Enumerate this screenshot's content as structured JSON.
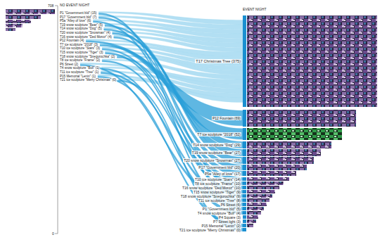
{
  "diagram": {
    "nodes": [
      {
        "text": [
          "P1 \"Government bld\" (15)"
        ]
      },
      {
        "text": [
          "P17 \"Government bld\" (7)"
        ]
      },
      {
        "text": [
          "P5a \"Alley of love\" (6)"
        ]
      },
      {
        "text": [
          "T19 snow sculpture \"Bear\" (5)"
        ]
      },
      {
        "text": [
          "T14 snow sculpture \"Dog\" (5)"
        ]
      },
      {
        "text": [
          "T20 snow sculpture \"Snowman\" (4)"
        ]
      },
      {
        "text": [
          "T16 snow sculpture \"Ded Moroz\" (4)"
        ]
      },
      {
        "text": [
          "P12 Fountain (4)"
        ]
      },
      {
        "text": [
          "T7 ice sculpture \"2018\" (3)"
        ]
      },
      {
        "text": [
          "T10 ice sculpture \"Stars\" (3)"
        ]
      },
      {
        "text": [
          "T15 snow sculpture \"Tiger\" (3)"
        ]
      },
      {
        "text": [
          "T18 snow sculpture \"Snegurochka\" (2)"
        ]
      },
      {
        "text": [
          "T8 ice sculpture \"Frame\" (2)"
        ]
      },
      {
        "text": [
          "P6 Street (2)"
        ]
      },
      {
        "text": [
          "T4 snow sculpture \"Bull\" (1)"
        ]
      },
      {
        "text": [
          "T11 ice sculpture \"Tree\" (1)"
        ]
      },
      {
        "text": [
          "P15 Memorial \"Lenin\" (1)"
        ]
      },
      {
        "text": [
          "T21 ice sculpture \"Merry Christmas\" (0)"
        ]
      },
      {
        "text": [
          "T17 Christmas Tree (375)"
        ]
      },
      {
        "text": [
          "P12 Fountain (69)"
        ]
      },
      {
        "text": [
          "T7 ice sculpture \"2018\" (52)"
        ]
      },
      {
        "text": [
          "T14 snow sculpture \"Dog\" (29)"
        ]
      },
      {
        "text": [
          "T19 snow sculpture \"Bear\" (27)"
        ]
      },
      {
        "text": [
          "T20 snow sculpture \"Snowman\" (27)"
        ]
      },
      {
        "text": [
          "P17 \"Government bld\" (20)"
        ]
      },
      {
        "text": [
          "P5a \"Alley of love\" (17)"
        ]
      },
      {
        "text": [
          "T10 ice sculpture \"Stars\" (14)"
        ]
      },
      {
        "text": [
          "T8 ice sculpture \"Frame\" (10)"
        ]
      },
      {
        "text": [
          "T16 snow sculpture \"Ded Moroz\" (10)"
        ]
      },
      {
        "text": [
          "T15 snow sculpture \"Tiger\" (9)"
        ]
      },
      {
        "text": [
          "T18 snow sculpture \"Snegurochka\" (9)"
        ]
      },
      {
        "text": [
          "T11 ice sculpture \"Tree\" (8)"
        ]
      },
      {
        "text": [
          "P6 Street (6)"
        ]
      },
      {
        "text": [
          "P1 \"Government bld\" (5)"
        ]
      },
      {
        "text": [
          "T4 snow sculpture \"Bull\" (4)"
        ]
      },
      {
        "text": [
          "P4 Square (3)"
        ]
      },
      {
        "text": [
          "P7 Street light (3)"
        ]
      },
      {
        "text": [
          "P15 Memorial \"Lenin\" (2)"
        ]
      },
      {
        "text": [
          "T21 ice sculpture \"Merry Christmas\" (0)"
        ]
      }
    ],
    "edges": [
      {
        "from": 0,
        "to": 18,
        "arrow": "none"
      },
      {
        "from": 1,
        "to": 18,
        "arrow": "none"
      },
      {
        "from": 2,
        "to": 18,
        "arrow": "none"
      },
      {
        "from": 3,
        "to": 18,
        "arrow": "none"
      },
      {
        "from": 4,
        "to": 18,
        "arrow": "none"
      },
      {
        "from": 5,
        "to": 18,
        "arrow": "none"
      },
      {
        "from": 6,
        "to": 18,
        "arrow": "none"
      },
      {
        "from": 7,
        "to": 18,
        "arrow": "none"
      },
      {
        "from": 8,
        "to": 18,
        "arrow": "none"
      },
      {
        "from": 9,
        "to": 18,
        "arrow": "none"
      },
      {
        "from": 10,
        "to": 18,
        "arrow": "none"
      },
      {
        "from": 11,
        "to": 18,
        "arrow": "none"
      },
      {
        "from": 12,
        "to": 18,
        "arrow": "none"
      },
      {
        "from": 13,
        "to": 18,
        "arrow": "none"
      },
      {
        "from": 14,
        "to": 18,
        "arrow": "none"
      },
      {
        "from": 15,
        "to": 18,
        "arrow": "none"
      },
      {
        "from": 16,
        "to": 18,
        "arrow": "none"
      },
      {
        "from": 17,
        "to": 18,
        "arrow": "none"
      },
      {
        "from": 0,
        "to": 33,
        "arrow": "none"
      },
      {
        "from": 1,
        "to": 24,
        "arrow": "none"
      },
      {
        "from": 2,
        "to": 25,
        "arrow": "none"
      },
      {
        "from": 3,
        "to": 22,
        "arrow": "none"
      },
      {
        "from": 4,
        "to": 21,
        "arrow": "none"
      },
      {
        "from": 5,
        "to": 23,
        "arrow": "none"
      },
      {
        "from": 6,
        "to": 28,
        "arrow": "none"
      },
      {
        "from": 7,
        "to": 19,
        "arrow": "none"
      },
      {
        "from": 8,
        "to": 20,
        "arrow": "none"
      },
      {
        "from": 9,
        "to": 26,
        "arrow": "none"
      },
      {
        "from": 10,
        "to": 29,
        "arrow": "none"
      },
      {
        "from": 11,
        "to": 30,
        "arrow": "none"
      },
      {
        "from": 12,
        "to": 27,
        "arrow": "none"
      },
      {
        "from": 13,
        "to": 32,
        "arrow": "none"
      },
      {
        "from": 14,
        "to": 34,
        "arrow": "none"
      },
      {
        "from": 15,
        "to": 31,
        "arrow": "none"
      },
      {
        "from": 16,
        "to": 37,
        "arrow": "none"
      },
      {
        "from": 17,
        "to": 38,
        "arrow": "none"
      }
    ],
    "labels": [
      "NO EVENT NIGHT",
      "EVENT NIGHT",
      "708",
      "0"
    ]
  }
}
